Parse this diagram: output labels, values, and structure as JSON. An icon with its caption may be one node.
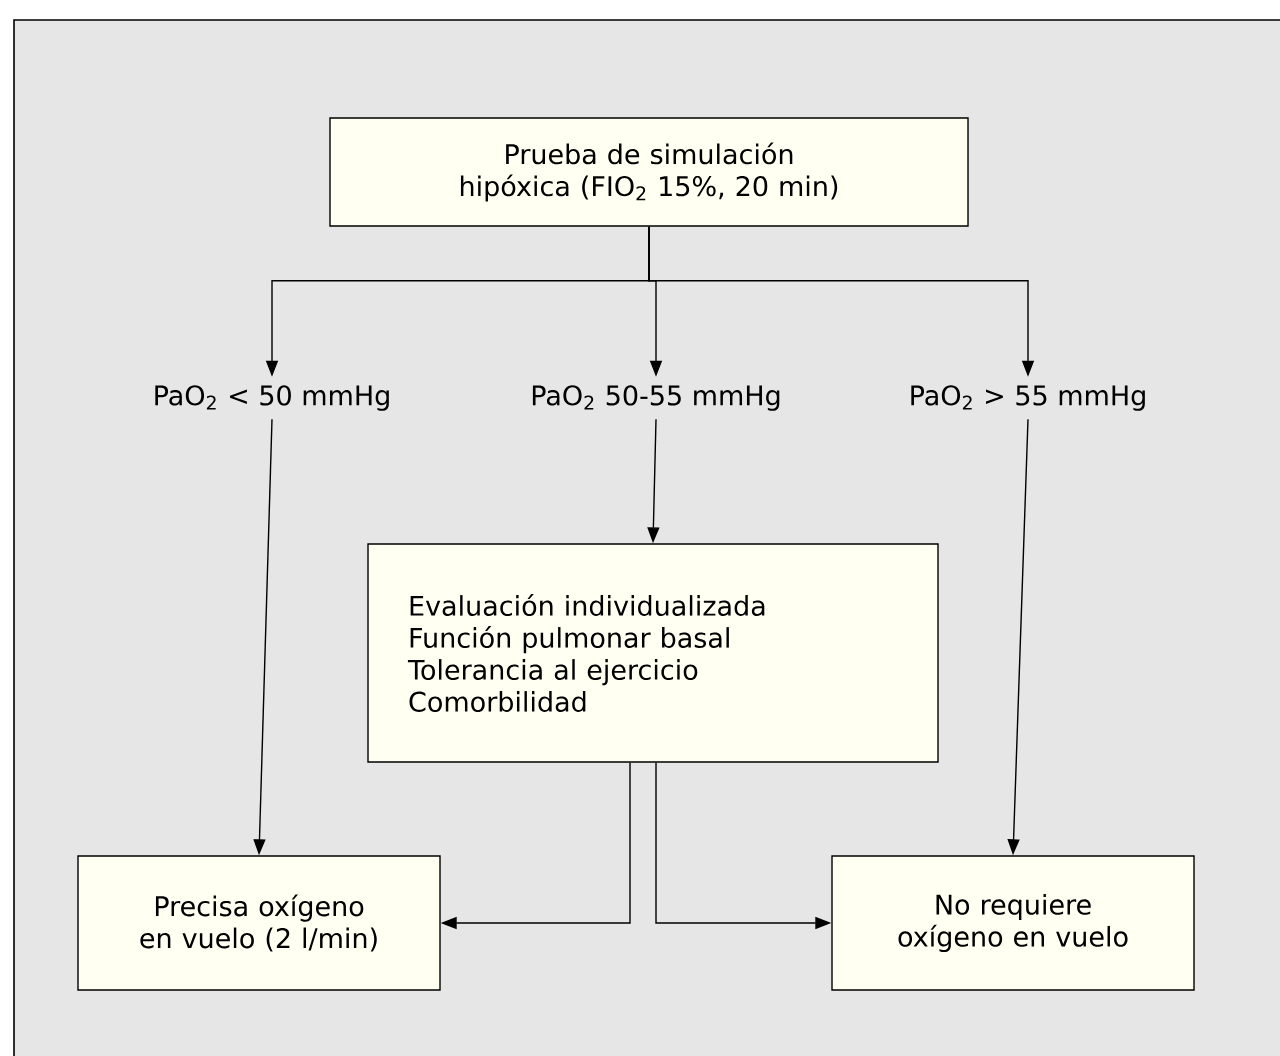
{
  "diagram": {
    "nodes": [
      {
        "text": [
          "Prueba de simulación hipóxica (FIO$_{2}$ 15%, 20 min)"
        ]
      },
      {
        "text": [
          "PaO$_{2}$ < 50 mmHg"
        ]
      },
      {
        "text": [
          "PaO$_{2}$ 50-55 mmHg"
        ]
      },
      {
        "text": [
          "PaO$_{2}$ > 55 mmHg"
        ]
      },
      {
        "text": [
          "Evaluación individualizada",
          "Función pulmonar basal",
          "Tolerancia al ejercicio",
          "Comorbilidad"
        ]
      },
      {
        "text": [
          "Precisa oxígeno en vuelo (2 l/min)"
        ]
      },
      {
        "text": [
          "No requiere oxígeno en vuelo"
        ]
      }
    ],
    "edges": [
      {
        "from": 0,
        "to": 1,
        "arrow": "to"
      },
      {
        "from": 0,
        "to": 2,
        "arrow": "to"
      },
      {
        "from": 0,
        "to": 3,
        "arrow": "to"
      },
      {
        "from": 1,
        "to": 5,
        "arrow": "to"
      },
      {
        "from": 2,
        "to": 4,
        "arrow": "to"
      },
      {
        "from": 3,
        "to": 6,
        "arrow": "to"
      },
      {
        "from": 4,
        "to": 5,
        "arrow": "to"
      },
      {
        "from": 4,
        "to": 6,
        "arrow": "to"
      }
    ]
  }
}
